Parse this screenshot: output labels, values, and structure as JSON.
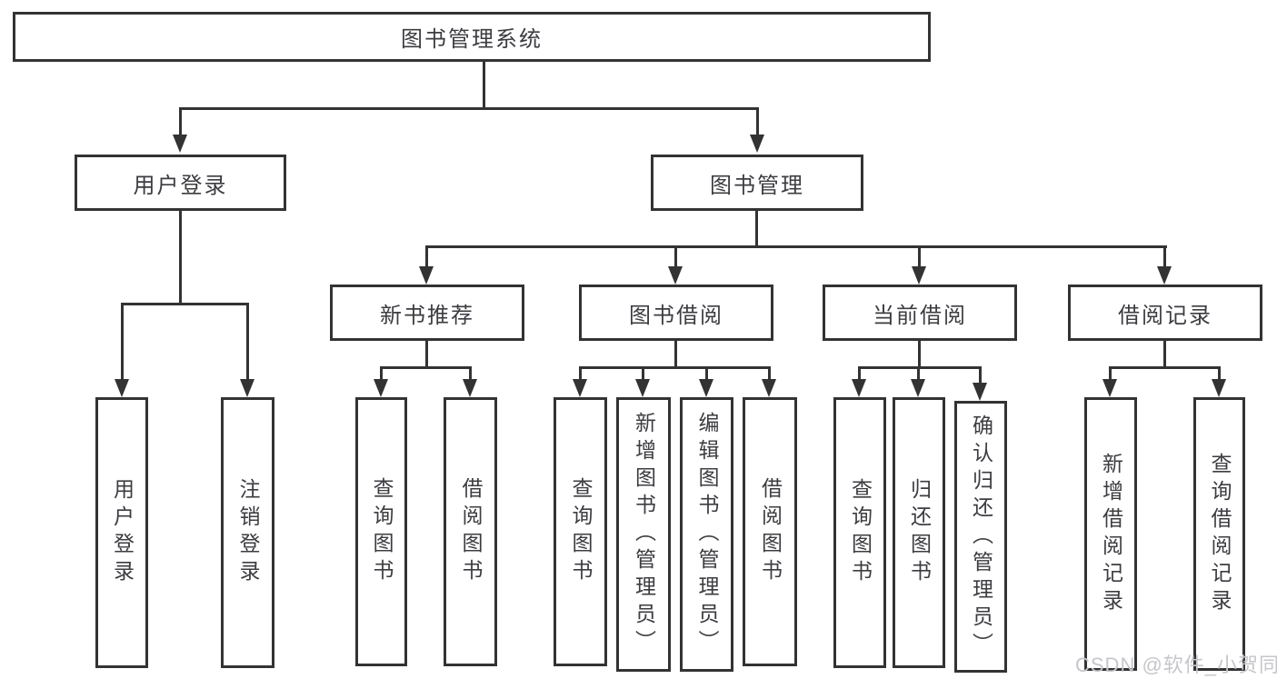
{
  "diagram": {
    "root": "图书管理系统",
    "login_branch": {
      "parent": "用户登录",
      "children": [
        "用户登录",
        "注销登录"
      ]
    },
    "book_branch": {
      "parent": "图书管理",
      "groups": [
        {
          "parent": "新书推荐",
          "children": [
            "查询图书",
            "借阅图书"
          ]
        },
        {
          "parent": "图书借阅",
          "children": [
            "查询图书",
            "新增图书（管理员）",
            "编辑图书（管理员）",
            "借阅图书"
          ]
        },
        {
          "parent": "当前借阅",
          "children": [
            "查询图书",
            "归还图书",
            "确认归还（管理员）"
          ]
        },
        {
          "parent": "借阅记录",
          "children": [
            "新增借阅记录",
            "查询借阅记录"
          ]
        }
      ]
    }
  },
  "watermark": "CSDN @软件_小贺同学",
  "colors": {
    "line": "#333333",
    "text": "#3c3c41",
    "watermark": "#c6c6cb",
    "background": "#ffffff"
  }
}
